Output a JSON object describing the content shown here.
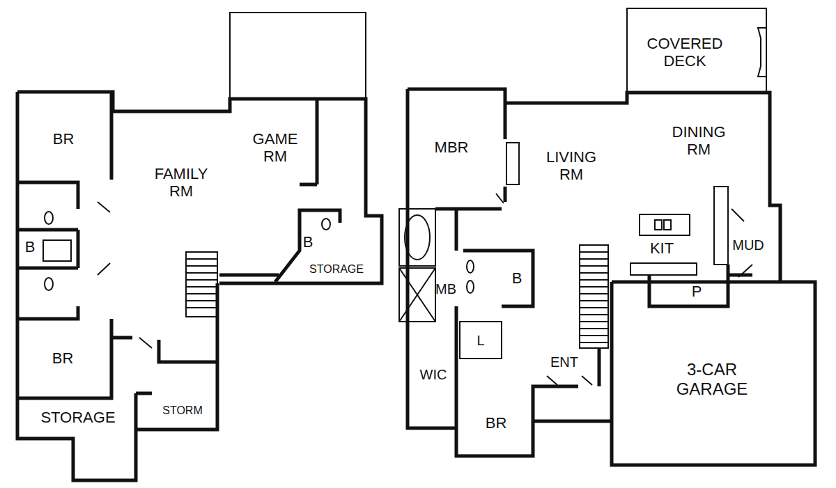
{
  "diagram": {
    "labels": [
      "BR",
      "GAME RM",
      "FAMILY RM",
      "B",
      "B",
      "STORAGE",
      "BR",
      "STORM",
      "STORAGE",
      "COVERED DECK",
      "MBR",
      "DINING RM",
      "LIVING RM",
      "KIT",
      "MUD",
      "MB",
      "B",
      "P",
      "L",
      "WIC",
      "ENT",
      "BR",
      "3-CAR GARAGE"
    ]
  }
}
